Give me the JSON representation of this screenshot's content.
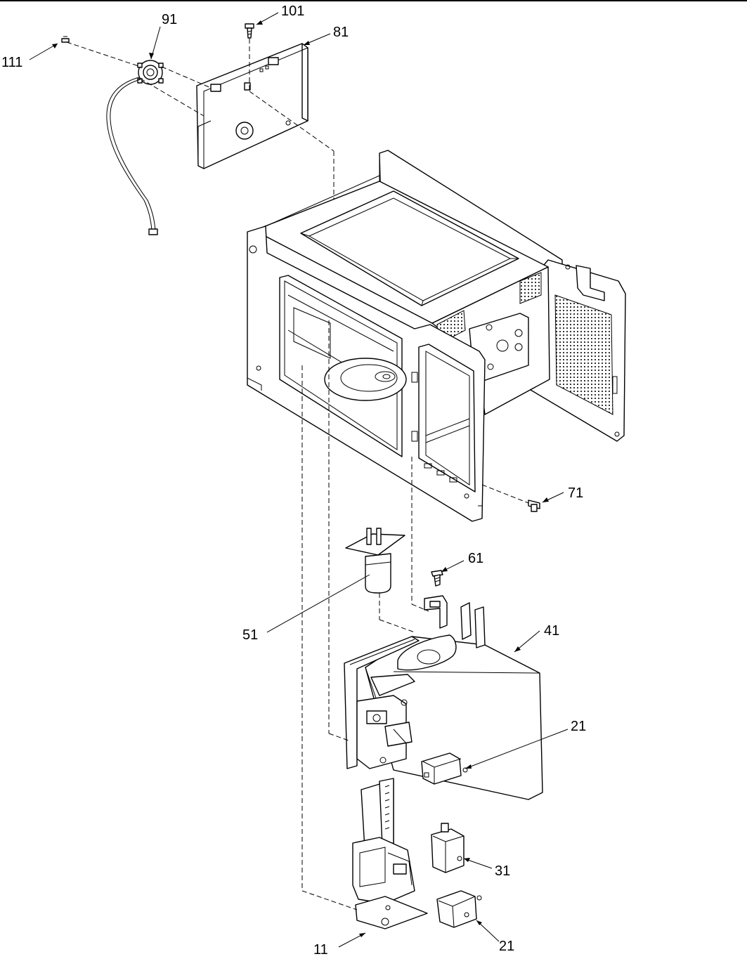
{
  "callouts": {
    "c111": "111",
    "c91": "91",
    "c101": "101",
    "c81": "81",
    "c71": "71",
    "c61": "61",
    "c51": "51",
    "c41": "41",
    "c21_top": "21",
    "c31": "31",
    "c21_bottom": "21",
    "c11": "11"
  }
}
